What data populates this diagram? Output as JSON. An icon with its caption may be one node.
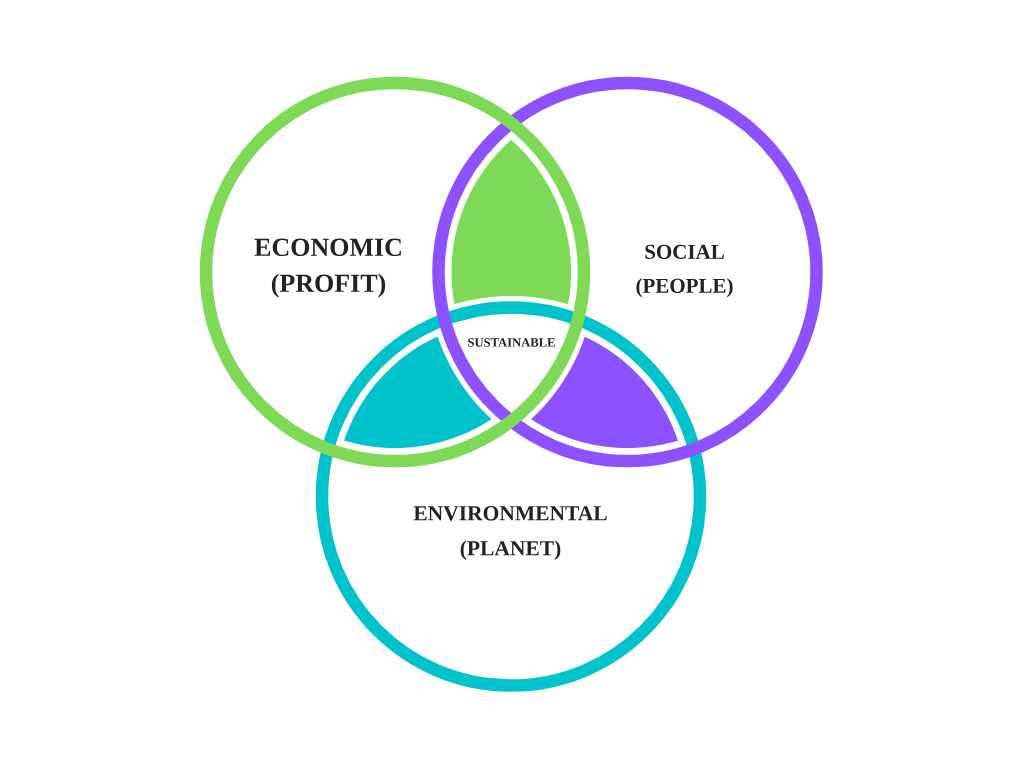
{
  "diagram": {
    "nodes": [
      {
        "text": [
          "ECONOMIC (PROFIT)"
        ]
      },
      {
        "text": [
          "SOCIAL (PEOPLE)"
        ]
      },
      {
        "text": [
          "ENVIRONMENTAL (PLANET)"
        ]
      },
      {
        "text": [],
        "shape": "lens"
      },
      {
        "text": [],
        "shape": "lens"
      },
      {
        "text": [],
        "shape": "lens"
      }
    ],
    "labels": [
      "SUSTAINABLE"
    ]
  }
}
